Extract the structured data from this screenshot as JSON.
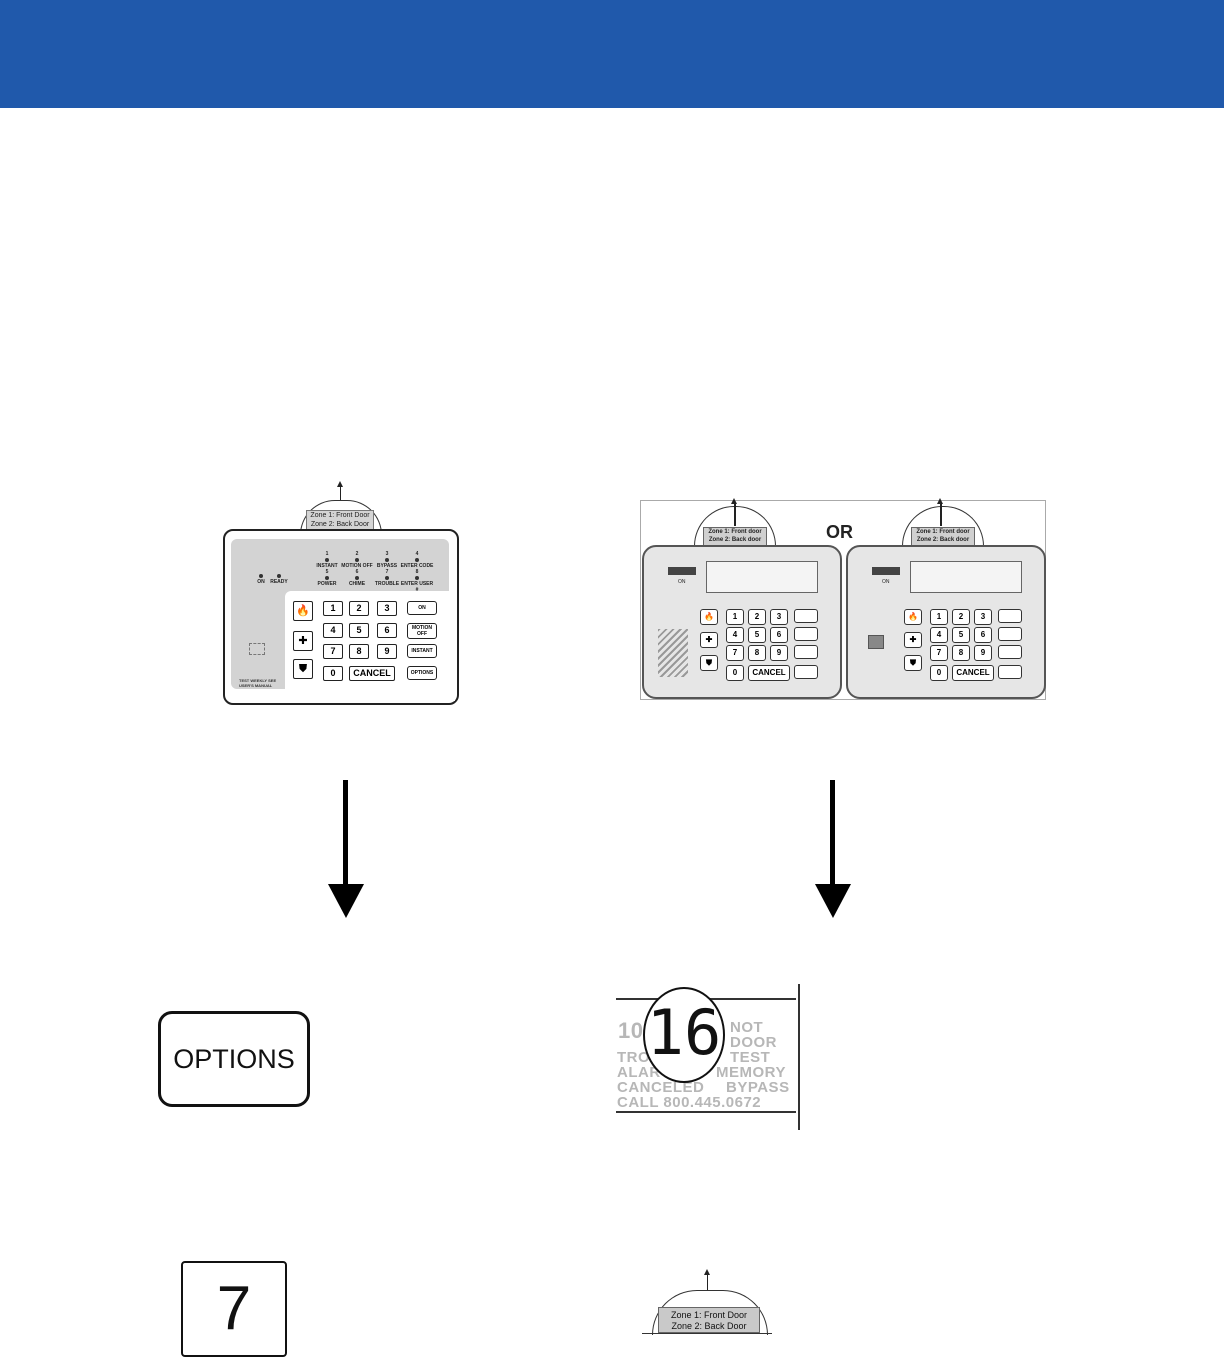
{
  "colors": {
    "header": "#2059ab"
  },
  "keypad_left": {
    "display_lines": [
      "Zone 1: Front Door",
      "Zone 2: Back Door"
    ],
    "leds_top": [
      {
        "num": "1",
        "label": "INSTANT"
      },
      {
        "num": "2",
        "label": "MOTION OFF"
      },
      {
        "num": "3",
        "label": "BYPASS"
      },
      {
        "num": "4",
        "label": "ENTER CODE"
      }
    ],
    "leds_bottom": [
      {
        "num": "5",
        "label": "POWER"
      },
      {
        "num": "6",
        "label": "CHIME"
      },
      {
        "num": "7",
        "label": "TROUBLE"
      },
      {
        "num": "8",
        "label": "ENTER USER #"
      }
    ],
    "leds_left": [
      "ON",
      "READY"
    ],
    "keys": [
      "1",
      "2",
      "3",
      "4",
      "5",
      "6",
      "7",
      "8",
      "9",
      "0"
    ],
    "cancel": "CANCEL",
    "side_keys": [
      "ON",
      "MOTION OFF",
      "INSTANT",
      "OPTIONS"
    ],
    "note": "TEST WEEKLY SEE USER'S MANUAL"
  },
  "keypad_right": {
    "or_label": "OR",
    "display_lines": [
      "Zone 1: Front door",
      "Zone 2: Back door"
    ],
    "on_label": "ON",
    "keys": [
      "1",
      "2",
      "3",
      "4",
      "5",
      "6",
      "7",
      "8",
      "9",
      "0"
    ],
    "cancel": "CANCEL"
  },
  "options_key": "OPTIONS",
  "lcd": {
    "digits": "16",
    "rows": [
      {
        "left": "10",
        "right": "NOT"
      },
      {
        "left": "",
        "right": "DOOR"
      },
      {
        "left": "TRO",
        "right": "TEST"
      },
      {
        "left": "ALAR",
        "right": "MEMORY"
      },
      {
        "left": "CANCELED",
        "right": "BYPASS"
      },
      {
        "left": "CALL 800.445.0672",
        "right": ""
      }
    ]
  },
  "number_key": "7",
  "small_display_lines": [
    "Zone 1: Front Door",
    "Zone 2: Back Door"
  ]
}
